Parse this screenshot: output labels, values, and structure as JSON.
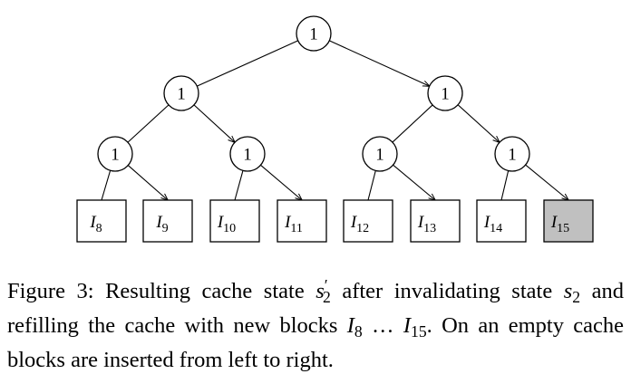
{
  "diagram": {
    "root": "1",
    "level1": [
      "1",
      "1"
    ],
    "level2": [
      "1",
      "1",
      "1",
      "1"
    ],
    "leaves": [
      {
        "name": "I",
        "sub": "8",
        "highlighted": false
      },
      {
        "name": "I",
        "sub": "9",
        "highlighted": false
      },
      {
        "name": "I",
        "sub": "10",
        "highlighted": false
      },
      {
        "name": "I",
        "sub": "11",
        "highlighted": false
      },
      {
        "name": "I",
        "sub": "12",
        "highlighted": false
      },
      {
        "name": "I",
        "sub": "13",
        "highlighted": false
      },
      {
        "name": "I",
        "sub": "14",
        "highlighted": false
      },
      {
        "name": "I",
        "sub": "15",
        "highlighted": true
      }
    ],
    "colors": {
      "highlight": "#c0c0c0",
      "box": "#ffffff",
      "line": "#000000"
    }
  },
  "caption": {
    "prefix": "Figure 3: Resulting cache state",
    "state_var": "s",
    "state_sub": "2",
    "state_prime": "′",
    "middle": "after invalidating state",
    "state2_var": "s",
    "state2_sub": "2",
    "line2_text": "and refilling the cache with new blocks",
    "blocks_start_var": "I",
    "blocks_start_sub": "8",
    "ellipsis": "…",
    "blocks_end_var": "I",
    "blocks_end_sub": "15",
    "suffix": ". On an empty cache blocks are inserted from left to right."
  }
}
